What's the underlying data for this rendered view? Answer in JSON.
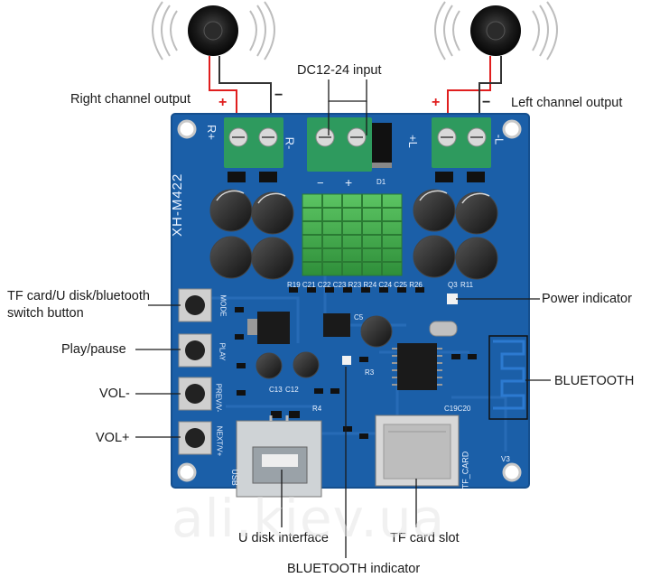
{
  "labels": {
    "dc_input": "DC12-24 input",
    "right_channel": "Right channel output",
    "left_channel": "Left channel output",
    "switch_button": "TF card/U disk/bluetooth",
    "switch_button_2": "switch button",
    "play_pause": "Play/pause",
    "vol_minus": "VOL-",
    "vol_plus": "VOL+",
    "power_indicator": "Power indicator",
    "bluetooth": "BLUETOOTH",
    "u_disk": "U disk interface",
    "tf_slot": "TF card slot",
    "bt_indicator": "BLUETOOTH indicator"
  },
  "polarity": {
    "plus": "+",
    "minus": "−"
  },
  "board": {
    "model": "XH-M422",
    "silk": {
      "r_plus": "R+",
      "r_minus": "R-",
      "l_plus": "+L",
      "l_minus": "-L",
      "dc_minus": "−",
      "dc_plus": "+",
      "d1": "D1",
      "mode": "MODE",
      "play": "PLAY",
      "prev": "PREV/V-",
      "next": "NEXT/V+",
      "usb": "USB",
      "tf_card": "TF_CARD",
      "v3": "V3",
      "row_refs": "R19  C21  C22  C23  R23  R24  C24  C25  R26",
      "q3": "Q3",
      "r11": "R11",
      "r3": "R3",
      "c5": "C5",
      "c13": "C13",
      "c12": "C12",
      "r4": "R4",
      "c19": "C19C20"
    }
  },
  "watermark": "ali.kiev.ua",
  "colors": {
    "pcb": "#1b5fa8",
    "pcb_edge": "#154f8e",
    "terminal": "#2e9a5e",
    "heatsink": "#3fae4a",
    "capacitor": "#222222",
    "wire_red": "#e01e1e",
    "wire_dark": "#333333"
  },
  "icons": [
    "speaker-icon",
    "sound-wave-icon"
  ]
}
